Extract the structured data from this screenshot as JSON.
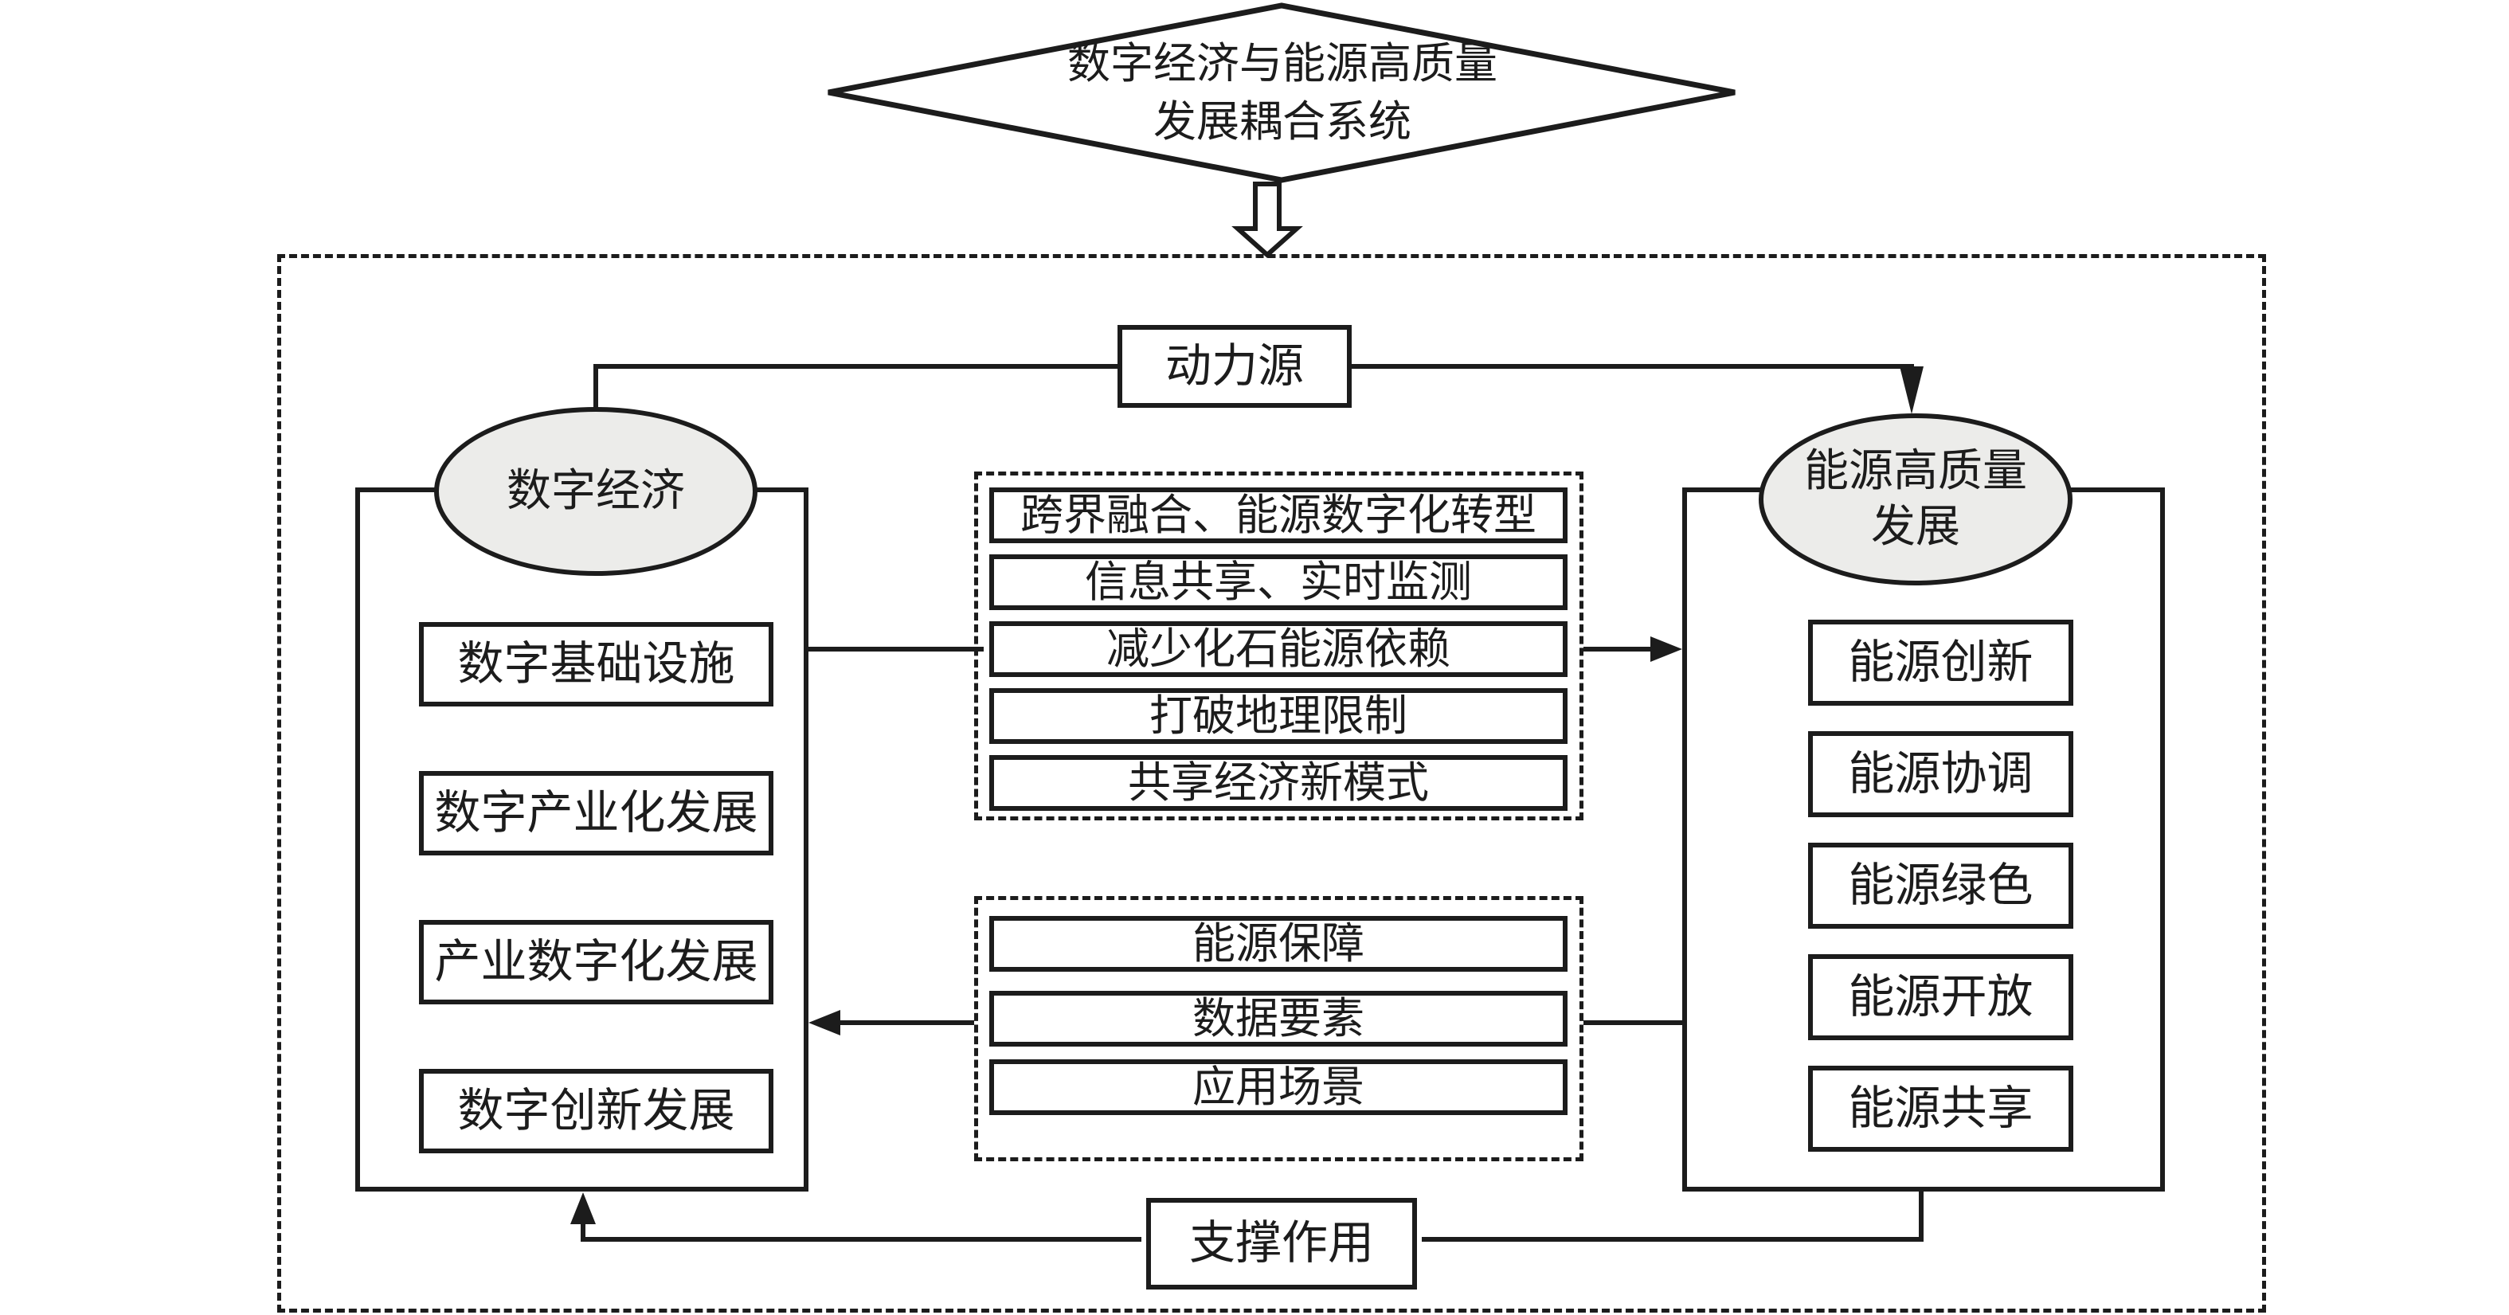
{
  "diagram": {
    "title": {
      "line1": "数字经济与能源高质量",
      "line2": "发展耦合系统"
    },
    "labels": {
      "power_source": "动力源",
      "support_role": "支撑作用"
    },
    "left_system": {
      "name": "数字经济",
      "items": [
        "数字基础设施",
        "数字产业化发展",
        "产业数字化发展",
        "数字创新发展"
      ]
    },
    "right_system": {
      "name_line1": "能源高质量",
      "name_line2": "发展",
      "items": [
        "能源创新",
        "能源协调",
        "能源绿色",
        "能源开放",
        "能源共享"
      ]
    },
    "forward_channels": [
      "跨界融合、能源数字化转型",
      "信息共享、实时监测",
      "减少化石能源依赖",
      "打破地理限制",
      "共享经济新模式"
    ],
    "backward_channels": [
      "能源保障",
      "数据要素",
      "应用场景"
    ],
    "colors": {
      "stroke": "#1c1c1c",
      "ellipse_fill": "#ececea",
      "background": "#ffffff"
    }
  }
}
